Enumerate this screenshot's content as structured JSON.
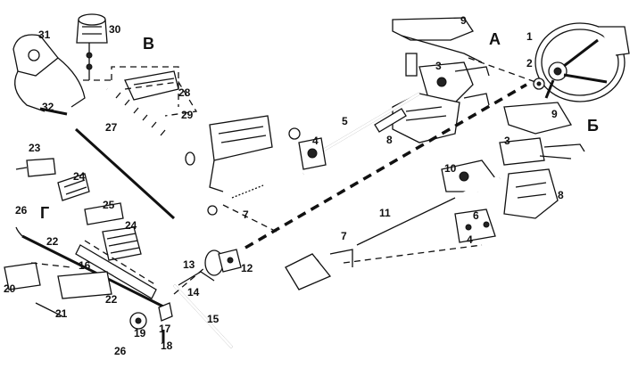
{
  "sections": {
    "A": "А",
    "B": "Б",
    "V": "В",
    "G": "Г"
  },
  "callouts": {
    "n1": "1",
    "n2": "2",
    "n3a": "3",
    "n3b": "3",
    "n4a": "4",
    "n4b": "4",
    "n5": "5",
    "n6": "6",
    "n7a": "7",
    "n7b": "7",
    "n8a": "8",
    "n8b": "8",
    "n9a": "9",
    "n9b": "9",
    "n10": "10",
    "n11": "11",
    "n12": "12",
    "n13": "13",
    "n14": "14",
    "n15": "15",
    "n16": "16",
    "n17": "17",
    "n18": "18",
    "n19": "19",
    "n20": "20",
    "n21": "21",
    "n22a": "22",
    "n22b": "22",
    "n23": "23",
    "n24a": "24",
    "n24b": "24",
    "n25": "25",
    "n26a": "26",
    "n26b": "26",
    "n27": "27",
    "n28": "28",
    "n29": "29",
    "n30": "30",
    "n31": "31",
    "n32": "32"
  }
}
